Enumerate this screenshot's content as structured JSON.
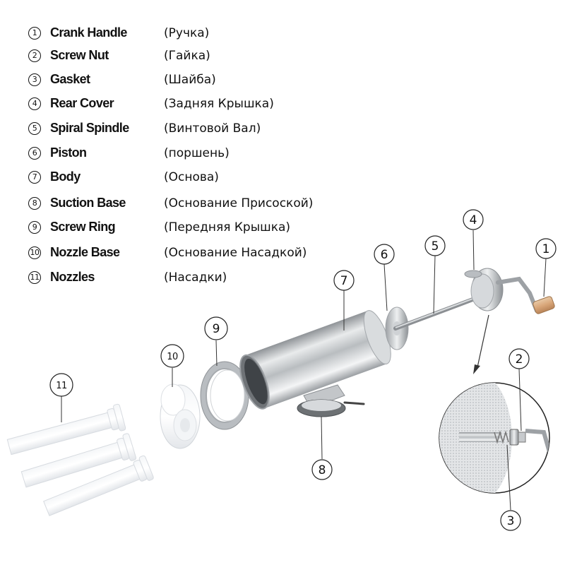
{
  "legend": [
    {
      "num": "1",
      "en": "Crank Handle",
      "ru": "(Ручка)"
    },
    {
      "num": "2",
      "en": "Screw Nut",
      "ru": "(Гайка)"
    },
    {
      "num": "3",
      "en": "Gasket",
      "ru": "(Шайба)"
    },
    {
      "num": "4",
      "en": "Rear Cover",
      "ru": "(Задняя Крышка)"
    },
    {
      "num": "5",
      "en": "Spiral Spindle",
      "ru": "(Винтовой Вал)"
    },
    {
      "num": "6",
      "en": "Piston",
      "ru": "(поршень)"
    },
    {
      "num": "7",
      "en": "Body",
      "ru": "(Основа)"
    },
    {
      "num": "8",
      "en": "Suction Base",
      "ru": "(Основание Присоской)"
    },
    {
      "num": "9",
      "en": "Screw Ring",
      "ru": "(Передняя Крышка)"
    },
    {
      "num": "10",
      "en": "Nozzle Base",
      "ru": "(Основание Насадкой)"
    },
    {
      "num": "11",
      "en": "Nozzles",
      "ru": "(Насадки)"
    }
  ],
  "callouts": [
    "1",
    "2",
    "3",
    "4",
    "5",
    "6",
    "7",
    "8",
    "9",
    "10",
    "11"
  ]
}
